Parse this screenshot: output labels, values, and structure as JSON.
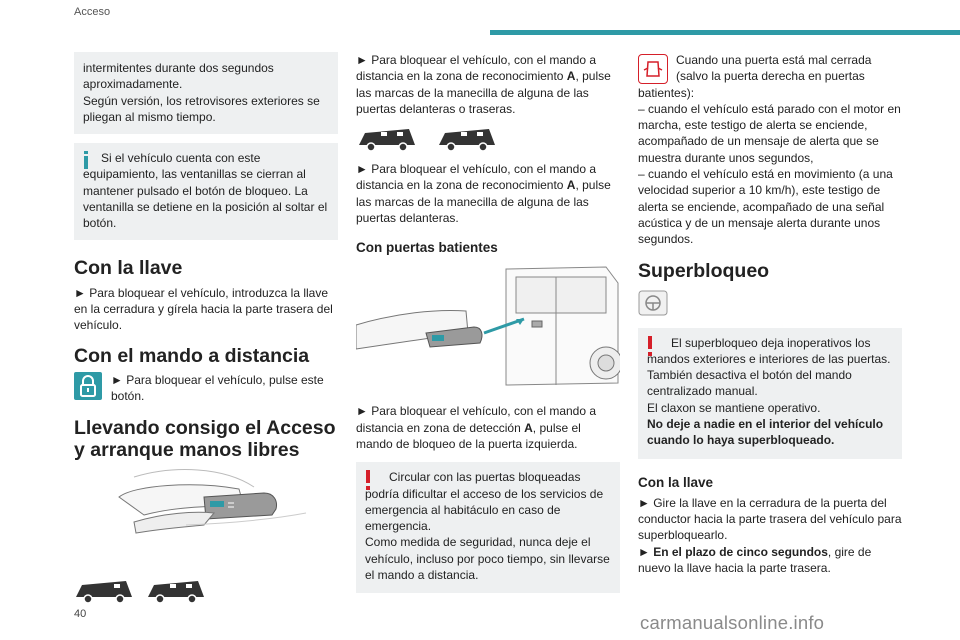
{
  "header": {
    "section": "Acceso",
    "accent_color": "#2e9aa6"
  },
  "colors": {
    "info": "#2e9aa6",
    "warning": "#d51f29",
    "box_bg": "#eef0f1"
  },
  "col1": {
    "box1": {
      "l1": "intermitentes durante dos segundos",
      "l2": "aproximadamente.",
      "l3": "Según versión, los retrovisores exteriores se",
      "l4": "pliegan al mismo tiempo."
    },
    "note1": {
      "icon": "info-icon",
      "text": "Si el vehículo cuenta con este equipamiento, las ventanillas se cierran al mantener pulsado el botón de bloqueo. La ventanilla se detiene en la posición al soltar el botón."
    },
    "h_key": "Con la llave",
    "p_key": "► Para bloquear el vehículo, introduzca la llave en la cerradura y gírela hacia la parte trasera del vehículo.",
    "h_remote": "Con el mando a distancia",
    "p_remote": "► Para bloquear el vehículo, pulse este botón.",
    "h_hands": "Llevando consigo el Acceso y arranque manos libres"
  },
  "col2": {
    "p1a": "► Para bloquear el vehículo, con el mando a distancia en la zona de reconocimiento ",
    "p1b": "A",
    "p1c": ", pulse las marcas de la manecilla de alguna de las puertas delanteras o traseras.",
    "p2a": "► Para bloquear el vehículo, con el mando a distancia en la zona de reconocimiento ",
    "p2b": "A",
    "p2c": ", pulse las marcas de la manecilla de alguna de las puertas delanteras.",
    "h_doors": "Con puertas batientes",
    "p3a": "► Para bloquear el vehículo, con el mando a distancia en zona de detección ",
    "p3b": "A",
    "p3c": ", pulse el mando de bloqueo de la puerta izquierda.",
    "warn1": {
      "icon": "warning-icon",
      "l1": "Circular con las puertas bloqueadas podría dificultar el acceso de los servicios de emergencia al habitáculo en caso de emergencia.",
      "l2": "Como medida de seguridad, nunca deje el vehículo, incluso por poco tiempo, sin llevarse el mando a distancia."
    }
  },
  "col3": {
    "p_door": "Cuando una puerta está mal cerrada (salvo la puerta derecha en puertas batientes):",
    "d1": "– cuando el vehículo está parado con el motor en marcha, este testigo de alerta se enciende, acompañado de un mensaje de alerta que se muestra durante unos segundos,",
    "d2": "– cuando el vehículo está en movimiento (a una velocidad superior a 10 km/h), este testigo de alerta se enciende, acompañado de una señal acústica y de un mensaje alerta durante unos segundos.",
    "h_super": "Superbloqueo",
    "warn2": {
      "icon": "warning-icon",
      "l1": "El superbloqueo deja inoperativos los mandos exteriores e interiores de las puertas. También desactiva el botón del mando centralizado manual.",
      "l2": "El claxon se mantiene operativo.",
      "l3": "No deje a nadie en el interior del vehículo cuando lo haya superbloqueado."
    },
    "h_key2": "Con la llave",
    "p_k1": "► Gire la llave en la cerradura de la puerta del conductor hacia la parte trasera del vehículo para superbloquearlo.",
    "p_k2a": "► En el plazo de cinco segundos",
    "p_k2b": ", gire de nuevo la llave hacia la parte trasera."
  },
  "footer": {
    "page_number": "40",
    "watermark": "carmanualsonline.info"
  }
}
